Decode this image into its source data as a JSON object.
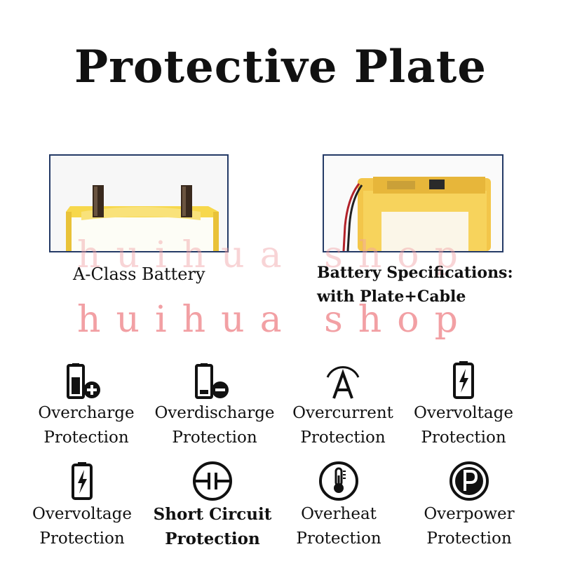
{
  "title": "Protective Plate",
  "captions": {
    "a_class": "A-Class Battery",
    "spec_line1": "Battery Specifications:",
    "spec_line2": "with Plate+Cable"
  },
  "watermark": {
    "line1": "huihua shop",
    "line2": "huihua shop"
  },
  "features": [
    {
      "icon": "battery-plus-icon",
      "line1": "Overcharge",
      "line2": "Protection"
    },
    {
      "icon": "battery-minus-icon",
      "line1": "Overdischarge",
      "line2": "Protection"
    },
    {
      "icon": "letter-a-arc-icon",
      "line1": "Overcurrent",
      "line2": "Protection"
    },
    {
      "icon": "battery-bolt-icon",
      "line1": "Overvoltage",
      "line2": "Protection"
    },
    {
      "icon": "battery-bolt-icon",
      "line1": "Overvoltage",
      "line2": "Protection"
    },
    {
      "icon": "capacitor-circle-icon",
      "line1": "Short Circuit",
      "line2": "Protection"
    },
    {
      "icon": "thermometer-circle-icon",
      "line1": "Overheat",
      "line2": "Protection"
    },
    {
      "icon": "letter-p-circle-icon",
      "line1": "Overpower",
      "line2": "Protection"
    }
  ],
  "colors": {
    "frame": "#243a66",
    "battery_yellow": "#f6d64a",
    "watermark": "#ec787d",
    "text": "#111111"
  }
}
